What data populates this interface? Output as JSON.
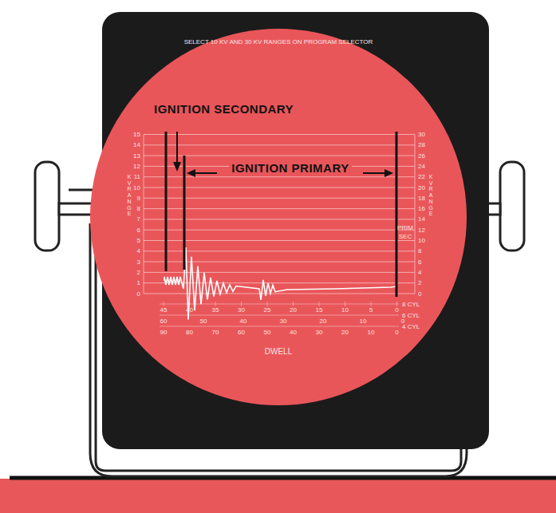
{
  "diagram": {
    "labels": [
      "SELECT 10 KV AND 30 KV RANGES ON PROGRAM SELECTOR",
      "IGNITION SECONDARY",
      "IGNITION PRIMARY",
      "15",
      "14",
      "13",
      "12",
      "11",
      "10",
      "9",
      "8",
      "7",
      "6",
      "5",
      "4",
      "3",
      "2",
      "1",
      "0",
      "30",
      "28",
      "26",
      "24",
      "22",
      "20",
      "18",
      "16",
      "14",
      "12",
      "10",
      "8",
      "6",
      "4",
      "2",
      "0",
      "KV RANGE",
      "KV RANGE",
      "PRIM",
      "SEC",
      "45",
      "40",
      "35",
      "30",
      "25",
      "20",
      "15",
      "10",
      "5",
      "0",
      "60",
      "50",
      "40",
      "30",
      "20",
      "10",
      "0",
      "90",
      "80",
      "70",
      "60",
      "50",
      "40",
      "30",
      "20",
      "10",
      "0",
      "8 CYL",
      "6 CYL",
      "4 CYL",
      "DWELL"
    ]
  }
}
